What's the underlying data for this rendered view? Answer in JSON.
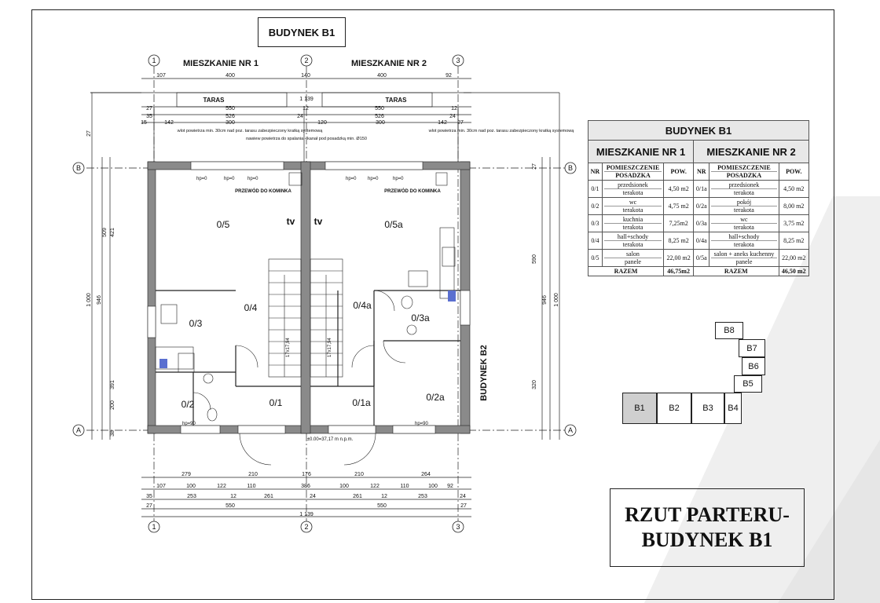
{
  "building_title": "BUDYNEK B1",
  "apartments": {
    "apt1": "MIESZKANIE NR 1",
    "apt2": "MIESZKANIE NR 2"
  },
  "axes": {
    "a1": "1",
    "a2": "2",
    "a3": "3",
    "rowA": "A",
    "rowB": "B"
  },
  "side_label": "BUDYNEK B2",
  "terrace": "TARAS",
  "rooms": {
    "r05": "0/5",
    "r05a": "0/5a",
    "r04": "0/4",
    "r04a": "0/4a",
    "r03": "0/3",
    "r03a": "0/3a",
    "r02": "0/2",
    "r02a": "0/2a",
    "r01": "0/1",
    "r01a": "0/1a",
    "tv": "tv"
  },
  "dims": {
    "top1": [
      "107",
      "400",
      "140",
      "400",
      "92"
    ],
    "top2": "1 139",
    "top3": [
      "27",
      "550",
      "12",
      "550",
      "12"
    ],
    "top4": [
      "35",
      "526",
      "24",
      "526",
      "24"
    ],
    "top5": [
      "15",
      "142",
      "300",
      "120",
      "300",
      "142",
      "27"
    ],
    "bot1": [
      "279",
      "210",
      "176",
      "210",
      "264"
    ],
    "bot2": [
      "107",
      "100",
      "122",
      "110",
      "386",
      "100",
      "122",
      "110",
      "100",
      "92"
    ],
    "bot3": [
      "35",
      "253",
      "12",
      "261",
      "24",
      "261",
      "12",
      "253",
      "24"
    ],
    "bot4": [
      "27",
      "550",
      "550",
      "27"
    ],
    "bot5": "1 139",
    "left": [
      "27",
      "421",
      "509",
      "946",
      "1 000",
      "391",
      "200",
      "38"
    ],
    "right": [
      "590",
      "946",
      "1 000",
      "320",
      "27"
    ]
  },
  "notes": {
    "n1": "wlot powietrza min. 30cm nad poz. tarasu zabezpieczony kratką systemową",
    "n2": "nawiew powietrza do spalania - kanał pod posadzką min. Ø150",
    "n3": "wlot powietrza min. 30cm nad poz. tarasu zabezpieczony kratką systemową",
    "chimney": "PRZEWÓD DO KOMINKA",
    "level": "±0.00=37,17 m n.p.m.",
    "hp0": "hp=0",
    "hp90": "hp=90",
    "stairs": "17x17,94"
  },
  "table": {
    "title": "BUDYNEK B1",
    "apt1": "MIESZKANIE NR 1",
    "apt2": "MIESZKANIE NR 2",
    "cols": {
      "nr": "NR",
      "room": "POMIESZCZENIE",
      "floor": "POSADZKA",
      "area": "POW."
    },
    "rows": [
      {
        "nr1": "0/1",
        "n1": "przedsionek",
        "f1": "terakota",
        "a1": "4,50 m2",
        "nr2": "0/1a",
        "n2": "przedsionek",
        "f2": "terakota",
        "a2": "4,50 m2"
      },
      {
        "nr1": "0/2",
        "n1": "wc",
        "f1": "terakota",
        "a1": "4,75 m2",
        "nr2": "0/2a",
        "n2": "pokój",
        "f2": "terakota",
        "a2": "8,00 m2"
      },
      {
        "nr1": "0/3",
        "n1": "kuchnia",
        "f1": "terakota",
        "a1": "7,25m2",
        "nr2": "0/3a",
        "n2": "wc",
        "f2": "terakota",
        "a2": "3,75 m2"
      },
      {
        "nr1": "0/4",
        "n1": "hall+schody",
        "f1": "terakota",
        "a1": "8,25 m2",
        "nr2": "0/4a",
        "n2": "hall+schody",
        "f2": "terakota",
        "a2": "8,25 m2"
      },
      {
        "nr1": "0/5",
        "n1": "salon",
        "f1": "panele",
        "a1": "22,00 m2",
        "nr2": "0/5a",
        "n2": "salon + aneks kuchenny",
        "f2": "panele",
        "a2": "22,00 m2"
      }
    ],
    "sum_label": "RAZEM",
    "sum1": "46,75m2",
    "sum2": "46,50 m2"
  },
  "blocks": [
    "B1",
    "B2",
    "B3",
    "B4",
    "B5",
    "B6",
    "B7",
    "B8"
  ],
  "legend": {
    "line1": "RZUT PARTERU-",
    "line2": "BUDYNEK  B1"
  },
  "colors": {
    "wall": "#8a8a8a",
    "line": "#222222",
    "selected_block": "#cfcfcf",
    "watermark": "#ececec"
  }
}
